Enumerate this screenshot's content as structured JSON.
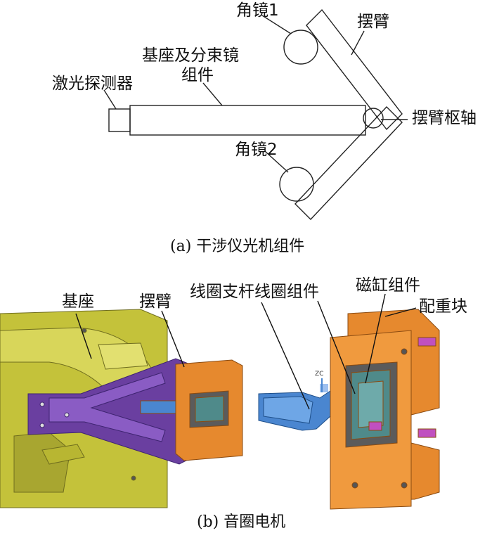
{
  "part_a": {
    "labels": {
      "corner_mirror_1": "角镜1",
      "swing_arm": "摆臂",
      "base_beam_splitter_line1": "基座及分束镜",
      "base_beam_splitter_line2": "组件",
      "laser_detector": "激光探测器",
      "swing_arm_pivot": "摆臂枢轴",
      "corner_mirror_2": "角镜2"
    },
    "caption": "(a) 干涉仪光机组件"
  },
  "part_b": {
    "labels": {
      "base": "基座",
      "swing_arm": "摆臂",
      "coil_rod_coil_assembly": "线圈支杆线圈组件",
      "magnet_assembly": "磁缸组件",
      "counterweight": "配重块"
    },
    "axis_label": "ZC",
    "caption": "(b) 音圈电机",
    "colors": {
      "base": "#c4c23a",
      "swing_arm": "#6a3fa0",
      "coil_rod": "#4a86d0",
      "magnet_block": "#e6892e",
      "magnet_core": "#4f8a8a",
      "counterweight_accent": "#c050c0"
    }
  }
}
